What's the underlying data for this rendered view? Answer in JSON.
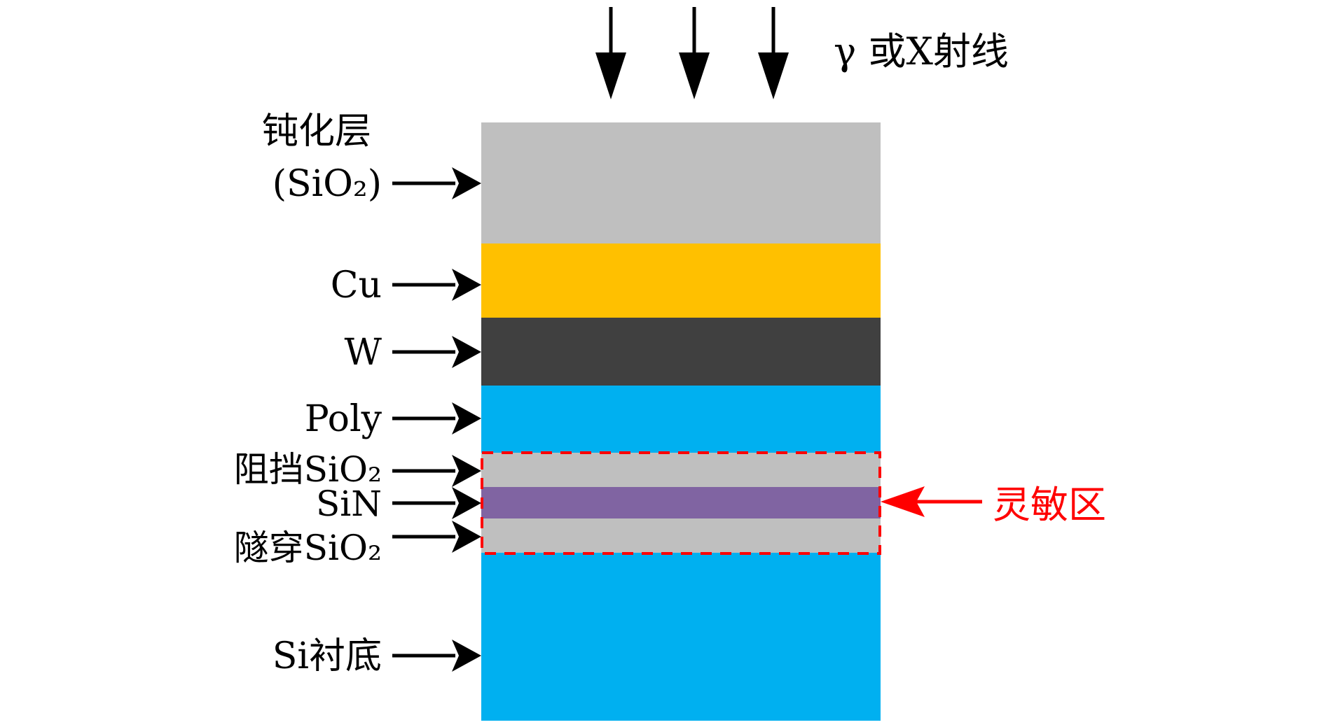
{
  "radiation": {
    "label": "γ 或X射线",
    "arrow_count": 3
  },
  "layers": [
    {
      "id": "passivation",
      "label_line1": "钝化层",
      "label_line2": "(SiO₂)",
      "color": "#bfbfbf"
    },
    {
      "id": "cu",
      "label": "Cu",
      "color": "#ffc000"
    },
    {
      "id": "w",
      "label": "W",
      "color": "#404040"
    },
    {
      "id": "poly",
      "label": "Poly",
      "color": "#00b0f0"
    },
    {
      "id": "blocking-sio2",
      "label": "阻挡SiO₂",
      "color": "#bfbfbf"
    },
    {
      "id": "sin",
      "label": "SiN",
      "color": "#8064a2"
    },
    {
      "id": "tunnel-sio2",
      "label": "隧穿SiO₂",
      "color": "#bfbfbf"
    },
    {
      "id": "si-substrate",
      "label": "Si衬底",
      "color": "#00b0f0"
    }
  ],
  "sensitive_region": {
    "label": "灵敏区",
    "color": "#ff0000"
  }
}
